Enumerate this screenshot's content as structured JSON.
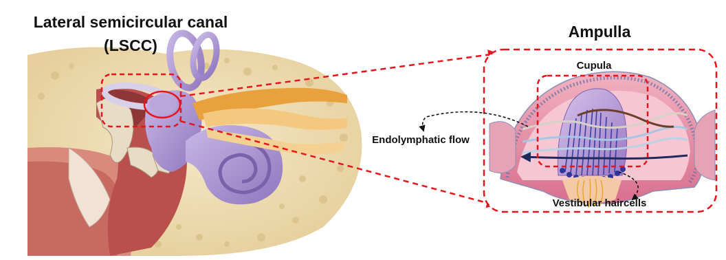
{
  "labels": {
    "lscc_title_line1": "Lateral semicircular canal",
    "lscc_title_line2": "(LSCC)",
    "ampulla_title": "Ampulla",
    "cupula": "Cupula",
    "endolymphatic_flow": "Endolymphatic flow",
    "vestibular_haircells": "Vestibular haircells"
  },
  "colors": {
    "highlight_dash": "#e8141c",
    "bone": "#efe0bf",
    "inner_ear": "#a993cf",
    "tissue_red": "#b9504e",
    "ampulla_pink": "#e58aa3",
    "cupula_purple": "#9a78c4",
    "flow_dark": "#1e2a5c",
    "nerve_orange": "#e9a13d"
  },
  "icons": [
    "dashed-zoom-box",
    "dashed-callout-arrow",
    "curved-flow-arrow",
    "hair-cell-cluster"
  ]
}
